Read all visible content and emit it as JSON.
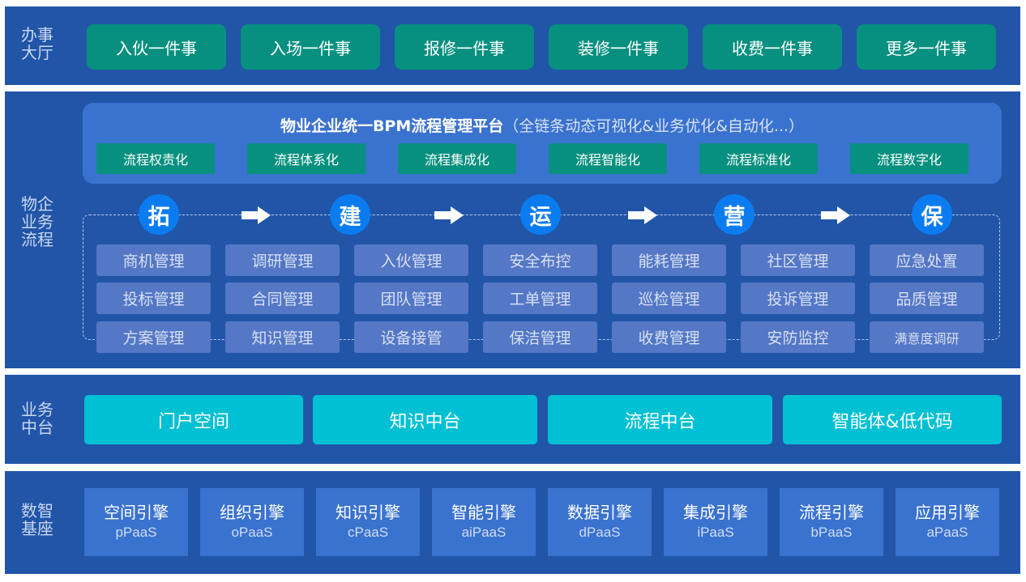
{
  "hall": {
    "label": [
      "办事",
      "大厅"
    ],
    "buttons": [
      "入伙一件事",
      "入场一件事",
      "报修一件事",
      "装修一件事",
      "收费一件事",
      "更多一件事"
    ]
  },
  "process": {
    "label": [
      "物企",
      "业务",
      "流程"
    ],
    "platform_title": "物业企业统一BPM流程管理平台",
    "platform_subtitle": "（全链条动态可视化&业务优化&自动化...）",
    "chips": [
      "流程权责化",
      "流程体系化",
      "流程集成化",
      "流程智能化",
      "流程标准化",
      "流程数字化"
    ],
    "stages": [
      "拓",
      "建",
      "运",
      "营",
      "保"
    ],
    "modules": [
      [
        "商机管理",
        "调研管理",
        "入伙管理",
        "安全布控",
        "能耗管理",
        "社区管理",
        "应急处置"
      ],
      [
        "投标管理",
        "合同管理",
        "团队管理",
        "工单管理",
        "巡检管理",
        "投诉管理",
        "品质管理"
      ],
      [
        "方案管理",
        "知识管理",
        "设备接管",
        "保洁管理",
        "收费管理",
        "安防监控",
        "满意度调研"
      ]
    ]
  },
  "middle": {
    "label": [
      "业务",
      "中台"
    ],
    "buttons": [
      "门户空间",
      "知识中台",
      "流程中台",
      "智能体&低代码"
    ]
  },
  "base": {
    "label": [
      "数智",
      "基座"
    ],
    "engines": [
      {
        "name": "空间引擎",
        "code": "pPaaS"
      },
      {
        "name": "组织引擎",
        "code": "oPaaS"
      },
      {
        "name": "知识引擎",
        "code": "cPaaS"
      },
      {
        "name": "智能引擎",
        "code": "aiPaaS"
      },
      {
        "name": "数据引擎",
        "code": "dPaaS"
      },
      {
        "name": "集成引擎",
        "code": "iPaaS"
      },
      {
        "name": "流程引擎",
        "code": "bPaaS"
      },
      {
        "name": "应用引擎",
        "code": "aPaaS"
      }
    ]
  },
  "colors": {
    "panel_bg": "#2155a8",
    "teal": "#07907f",
    "platform_bg": "#3a72cf",
    "stage_circle": "#0b7cf0",
    "module_bg": "#5477c6",
    "cyan": "#00c0d4"
  }
}
